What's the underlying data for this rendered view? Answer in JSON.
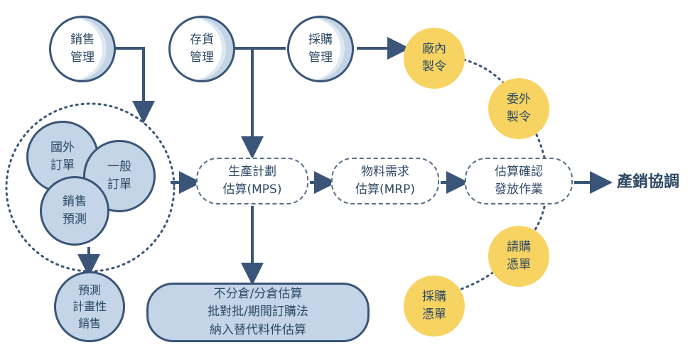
{
  "nodes": {
    "sales_mgmt": "銷售\n管理",
    "inventory_mgmt": "存貨\n管理",
    "purchase_mgmt": "採購\n管理",
    "intl_orders": "國外\n訂單",
    "general_orders": "一般\n訂單",
    "sales_forecast": "銷售\n預測",
    "forecast_planned_sales": "預測\n計畫性\n銷售",
    "mps": "生產計劃\n估算(MPS)",
    "mrp": "物料需求\n估算(MRP)",
    "confirm_release": "估算確認\n發放作業",
    "final_label": "產銷協調",
    "notes": "不分倉/分倉估算\n批對批/期間訂購法\n納入替代料件估算",
    "in_house_order": "廠內\n製令",
    "outsource_order": "委外\n製令",
    "purchase_request": "請購\n憑單",
    "purchase_order": "採購\n憑單"
  },
  "colors": {
    "line": "#3a5577",
    "node_blue": "#c3d5e6",
    "node_yellow": "#f7d361",
    "text": "#2f4a66"
  }
}
